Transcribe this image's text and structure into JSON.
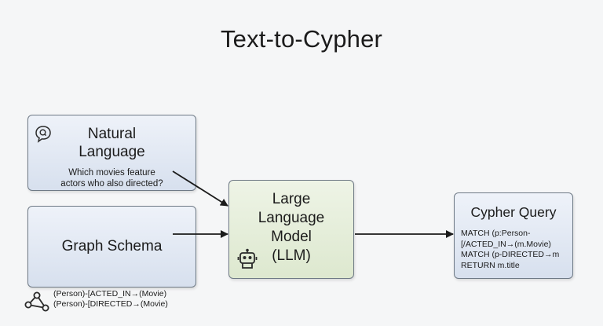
{
  "title": "Text-to-Cypher",
  "natural_language": {
    "title_line1": "Natural",
    "title_line2": "Language",
    "question_line1": "Which movies feature",
    "question_line2": "actors who also directed?",
    "icon": "speech-bubble-icon"
  },
  "graph_schema": {
    "title": "Graph Schema",
    "patterns": [
      "(Person)-[ACTED_IN→(Movie)",
      "(Person)-[DIRECTED→(Movie)"
    ],
    "icon": "graph-nodes-icon"
  },
  "llm": {
    "line1": "Large",
    "line2": "Language",
    "line3": "Model",
    "line4": "(LLM)",
    "icon": "robot-icon"
  },
  "cypher_query": {
    "title": "Cypher Query",
    "code": [
      "MATCH (p:Person-",
      "[/ACTED_IN→(m.Movie)",
      "MATCH (p-DIRECTED→m",
      "RETURN m.title"
    ]
  },
  "colors": {
    "input_box": "#dde4f0",
    "llm_box": "#e5eedb",
    "border": "#6f7a86",
    "arrow": "#1b1b1b"
  }
}
